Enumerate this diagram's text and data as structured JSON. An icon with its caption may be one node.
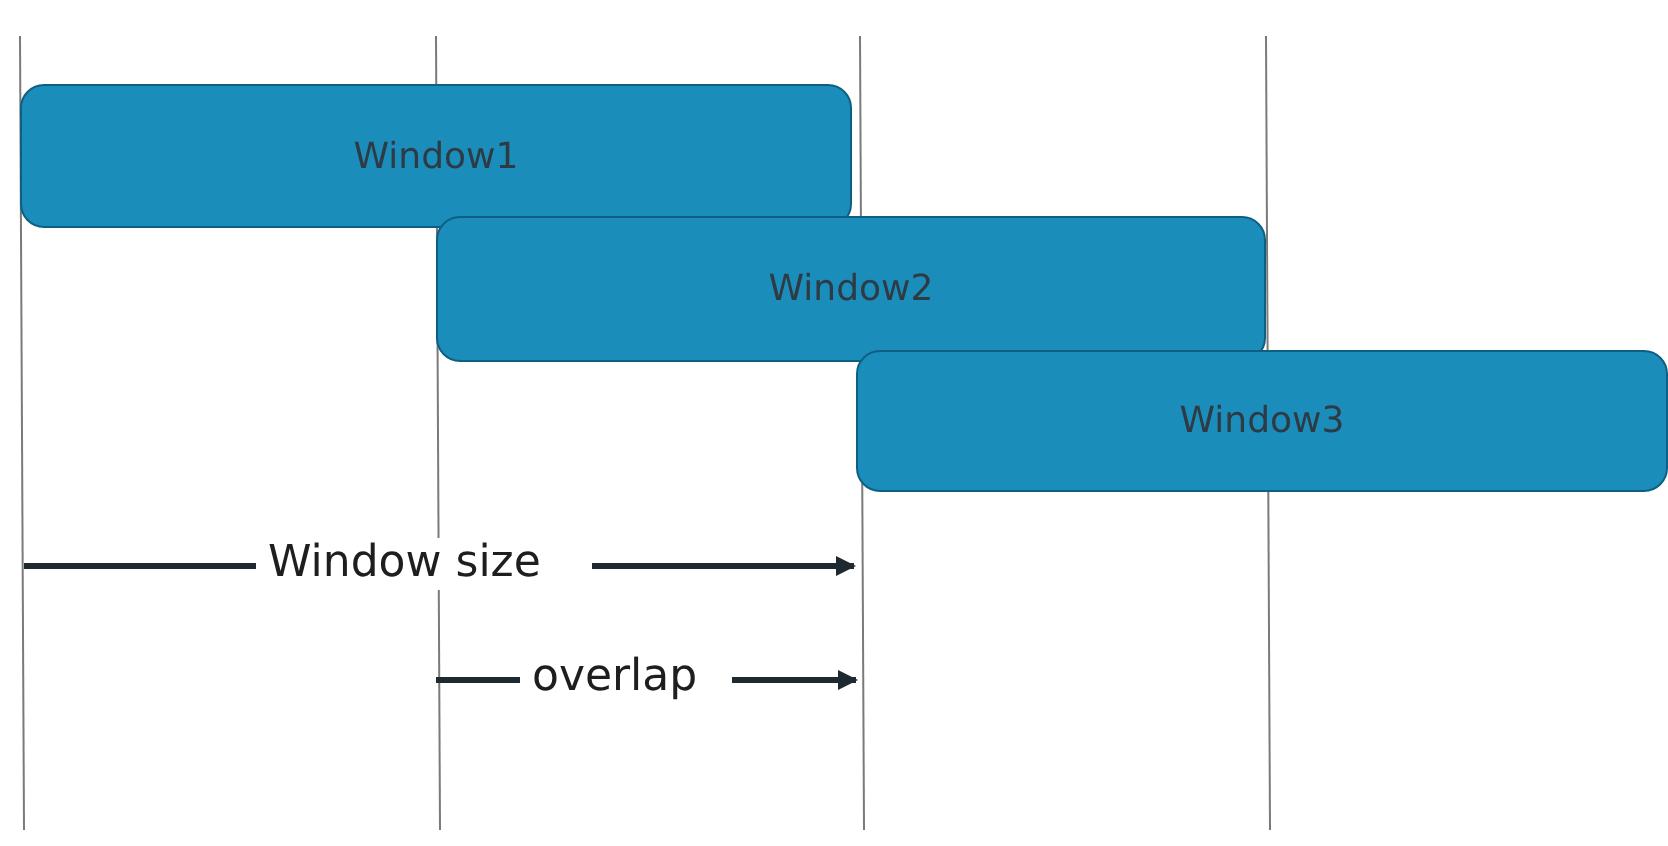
{
  "diagram": {
    "nodes": [
      {
        "text": [
          "Window1"
        ]
      },
      {
        "text": [
          "Window2"
        ]
      },
      {
        "text": [
          "Window3"
        ]
      }
    ],
    "labels": [
      "Window size",
      "overlap"
    ]
  }
}
